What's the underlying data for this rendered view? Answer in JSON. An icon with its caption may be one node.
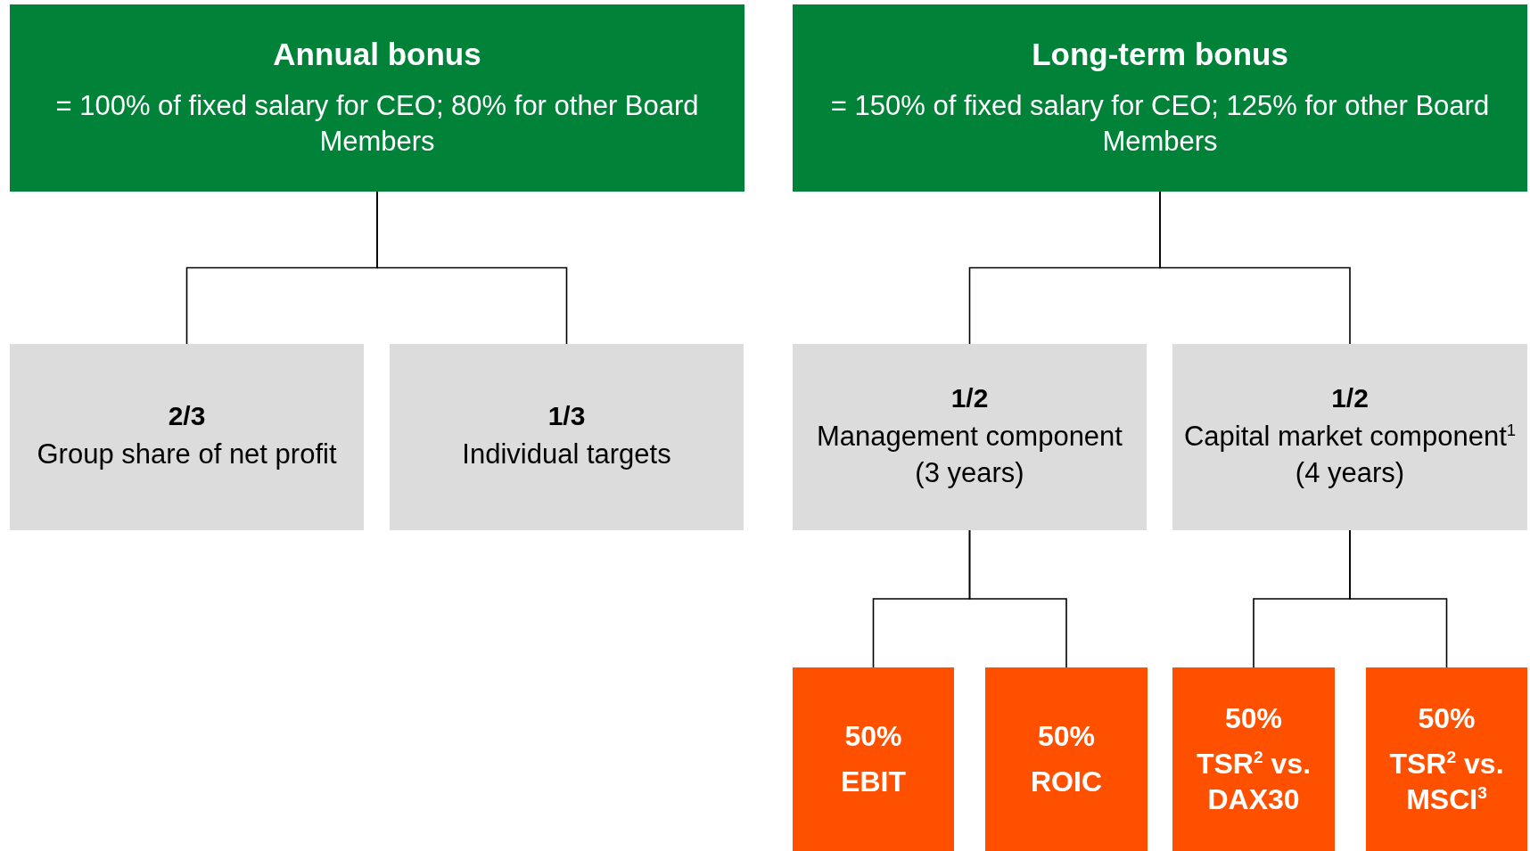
{
  "diagram": {
    "nodes": [
      {
        "text": [
          "Annual bonus",
          "= 100% of fixed salary for CEO; 80% for other Board Members"
        ]
      },
      {
        "text": [
          "Long-term bonus",
          "= 150% of fixed salary for CEO; 125% for other Board Members"
        ]
      },
      {
        "text": [
          "2/3",
          "Group share of net profit"
        ]
      },
      {
        "text": [
          "1/3",
          "Individual targets"
        ]
      },
      {
        "text": [
          "1/2",
          "Management component (3 years)"
        ]
      },
      {
        "text": [
          "1/2",
          "Capital market component$^{1}$ (4 years)"
        ]
      },
      {
        "text": [
          "50%",
          "EBIT"
        ]
      },
      {
        "text": [
          "50%",
          "ROIC"
        ]
      },
      {
        "text": [
          "50%",
          "TSR$^{2}$ vs. DAX30"
        ]
      },
      {
        "text": [
          "50%",
          "TSR$^{2}$ vs. MSCI$^{3}$"
        ]
      }
    ],
    "edges": [
      {
        "from": 0,
        "to": 2,
        "arrow": "none"
      },
      {
        "from": 0,
        "to": 3,
        "arrow": "none"
      },
      {
        "from": 1,
        "to": 4,
        "arrow": "none"
      },
      {
        "from": 1,
        "to": 5,
        "arrow": "none"
      },
      {
        "from": 4,
        "to": 6,
        "arrow": "none"
      },
      {
        "from": 4,
        "to": 7,
        "arrow": "none"
      },
      {
        "from": 5,
        "to": 8,
        "arrow": "none"
      },
      {
        "from": 5,
        "to": 9,
        "arrow": "none"
      }
    ]
  }
}
